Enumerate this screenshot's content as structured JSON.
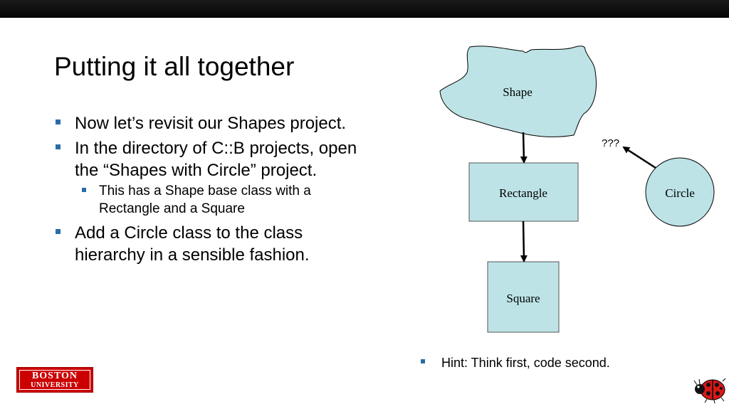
{
  "slide": {
    "title": "Putting it all together",
    "bullets": [
      {
        "text": "Now let’s revisit our Shapes project."
      },
      {
        "text": "In the directory of C::B projects, open the “Shapes with Circle” project."
      },
      {
        "text": "This has a Shape base class with a Rectangle and a Square",
        "level": 2
      },
      {
        "text": "Add a Circle class to the class hierarchy in a sensible fashion."
      }
    ],
    "hint": "Hint: Think first, code second."
  },
  "diagram": {
    "nodes": {
      "shape": "Shape",
      "rectangle": "Rectangle",
      "square": "Square",
      "circle": "Circle"
    },
    "edge_label": "???",
    "fill_color": "#bde3e6",
    "stroke_color": "#000000"
  },
  "logo": {
    "line1": "BOSTON",
    "line2": "UNIVERSITY",
    "color": "#cc0000"
  },
  "colors": {
    "bullet": "#2a6ca8",
    "topbar": "#111111"
  }
}
